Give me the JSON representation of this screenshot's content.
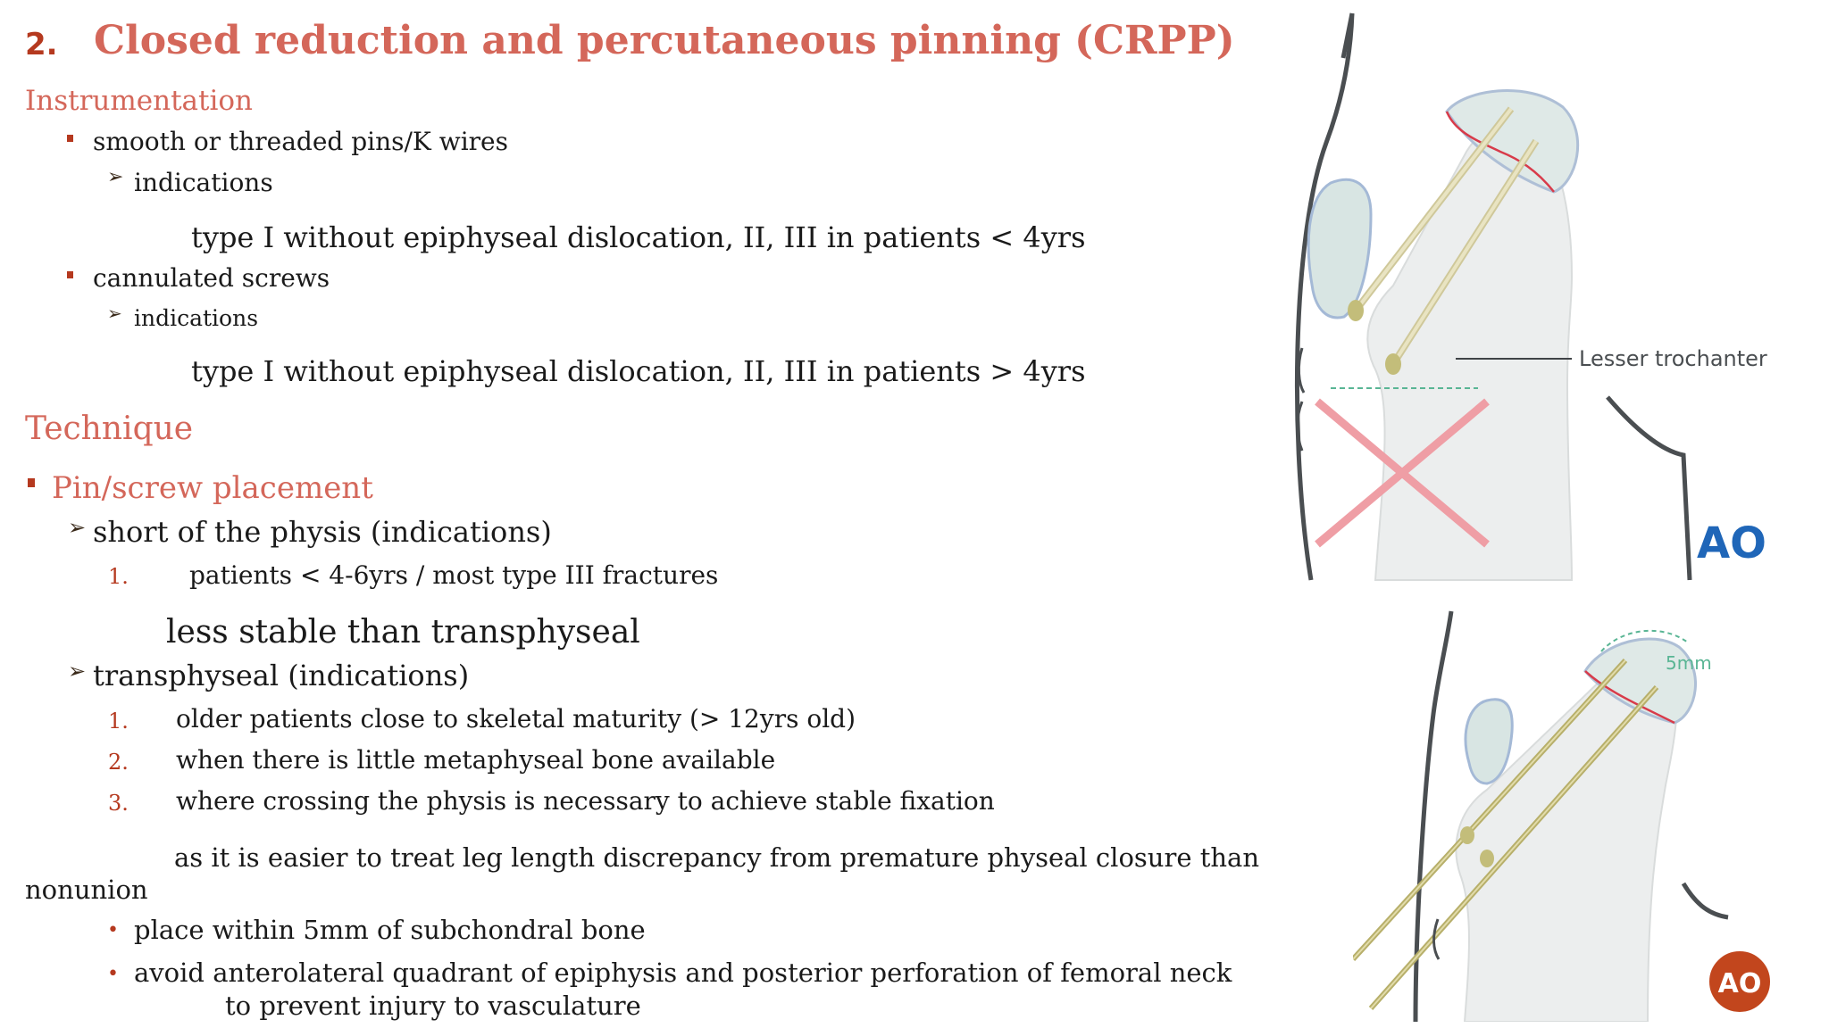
{
  "heading": {
    "number": "2.",
    "title": "Closed reduction and percutaneous pinning (CRPP)"
  },
  "instrumentation": {
    "label": "Instrumentation",
    "item1": "smooth or threaded pins/K wires",
    "item1_sub": "indications",
    "item1_detail": "type I without epiphyseal dislocation, II, III in patients < 4yrs",
    "item2": "cannulated screws",
    "item2_sub": "indications",
    "item2_detail": "type I without epiphyseal dislocation, II, III in patients > 4yrs"
  },
  "technique": {
    "label": "Technique",
    "placement": "Pin/screw placement",
    "short": "short of the physis (indications)",
    "short_items": [
      {
        "num": "1.",
        "text": "patients < 4-6yrs / most type III fractures"
      }
    ],
    "short_note": "less stable than transphyseal",
    "trans": "transphyseal  (indications)",
    "trans_items": [
      {
        "num": "1.",
        "text": "older patients close to skeletal maturity (> 12yrs old)"
      },
      {
        "num": "2.",
        "text": "when there is little metaphyseal bone available"
      },
      {
        "num": "3.",
        "text": " where crossing the physis is necessary to achieve stable fixation"
      }
    ],
    "trans_note_line1": "as it is easier to treat leg length discrepancy from premature physeal closure than",
    "trans_note_line2": "nonunion",
    "bullet1": "place within 5mm of subchondral bone",
    "bullet2": "avoid anterolateral quadrant of epiphysis and posterior perforation of femoral neck",
    "bullet2_cont": "to prevent injury to vasculature"
  },
  "figure_top": {
    "label": "Lesser trochanter",
    "logo": "AO"
  },
  "figure_bottom": {
    "label": "5mm",
    "logo": "AO"
  },
  "colors": {
    "accent": "#d4675a",
    "bullet": "#b5391f",
    "bone": "#eceeee",
    "cartilage": "#dfe9e7"
  }
}
